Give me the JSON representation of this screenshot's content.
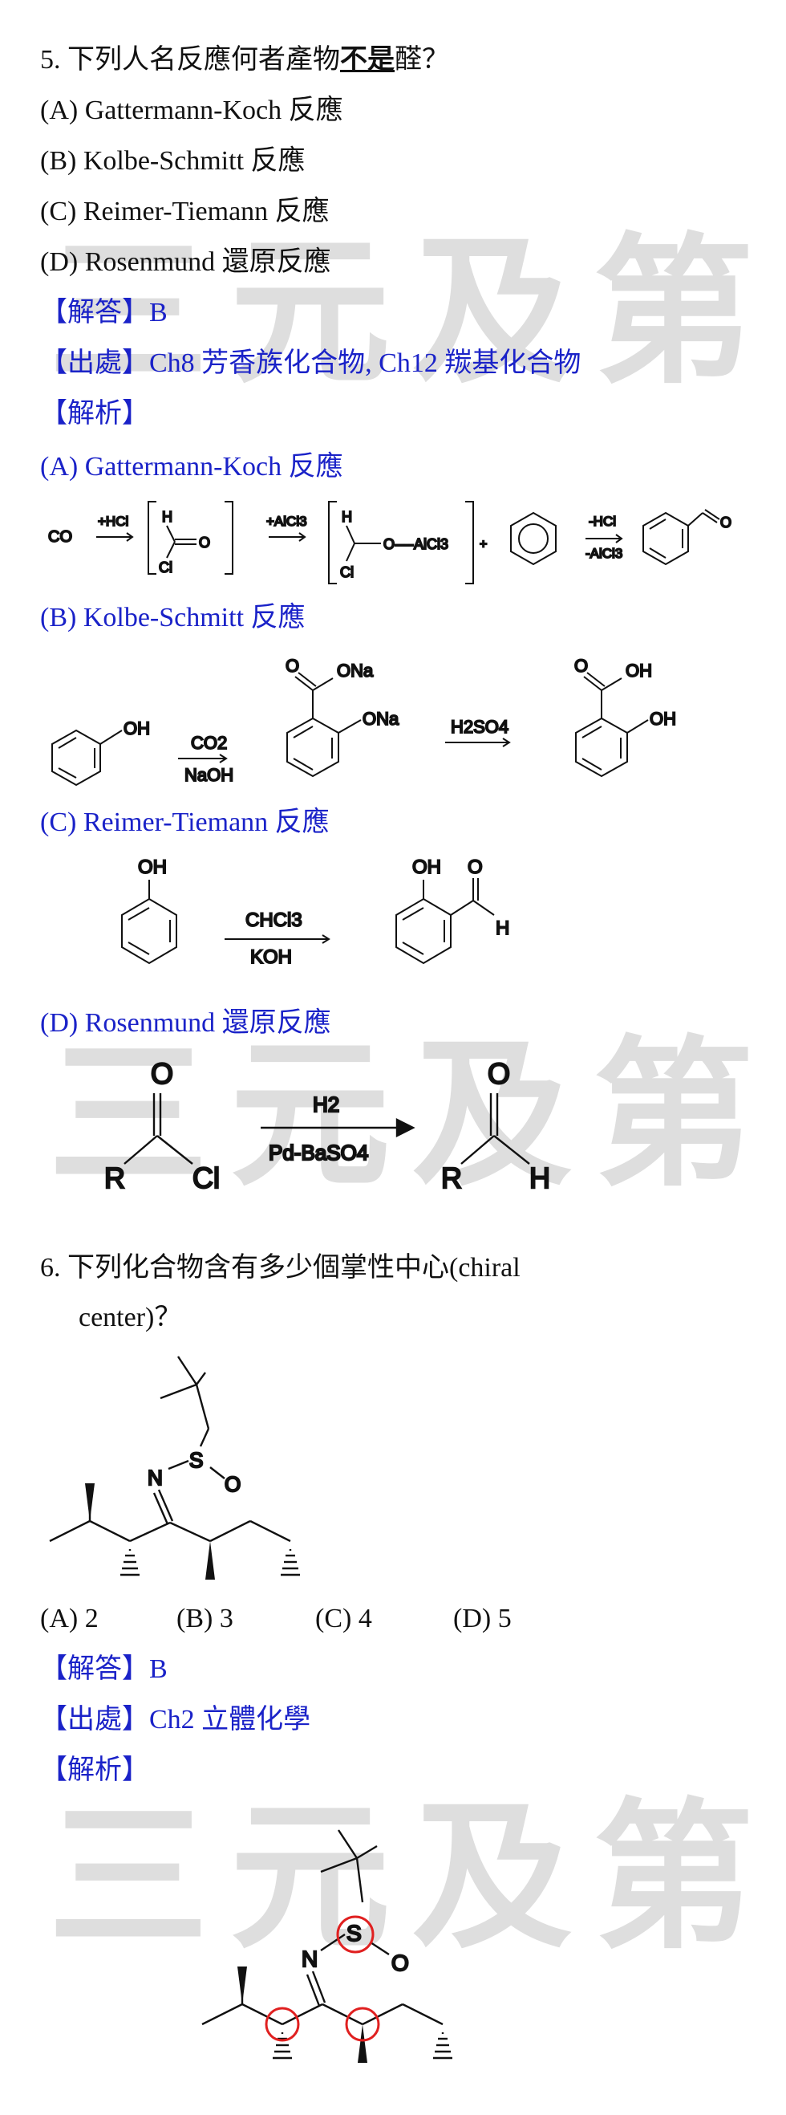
{
  "watermark": [
    "三",
    "元",
    "及",
    "第"
  ],
  "q5": {
    "stem_pre": "5. 下列人名反應何者產物",
    "stem_emph": "不是",
    "stem_post": "醛？",
    "options": [
      "(A) Gattermann-Koch 反應",
      "(B) Kolbe-Schmitt 反應",
      "(C) Reimer-Tiemann 反應",
      "(D) Rosenmund 還原反應"
    ],
    "answer": "【解答】B",
    "source": "【出處】Ch8 芳香族化合物, Ch12 羰基化合物",
    "analysis": "【解析】",
    "headings": [
      "(A) Gattermann-Koch 反應",
      "(B) Kolbe-Schmitt 反應",
      "(C) Reimer-Tiemann 反應",
      "(D) Rosenmund 還原反應"
    ],
    "rxnA": {
      "co": "CO",
      "hcl": "+HCl",
      "h": "H",
      "cl": "Cl",
      "o": "O",
      "alcl3": "+AlCl3",
      "complex": "O----AlCl3",
      "plus": "+",
      "m_hcl": "-HCl",
      "m_alcl3": "-AlCl3"
    },
    "rxnB": {
      "oh": "OH",
      "co2": "CO2",
      "naoh": "NaOH",
      "ona": "ONa",
      "o": "O",
      "h2so4": "H2SO4"
    },
    "rxnC": {
      "oh": "OH",
      "chcl3": "CHCl3",
      "koh": "KOH",
      "o": "O",
      "h": "H"
    },
    "rxnD": {
      "o": "O",
      "r": "R",
      "cl": "Cl",
      "h2": "H2",
      "cat": "Pd-BaSO4",
      "h": "H"
    }
  },
  "q6": {
    "stem1": "6. 下列化合物含有多少個掌性中心(chiral",
    "stem2": "center)？",
    "mol": {
      "s": "S",
      "o": "O",
      "n": "N"
    },
    "options": [
      "(A) 2",
      "(B) 3",
      "(C) 4",
      "(D) 5"
    ],
    "answer": "【解答】B",
    "source": "【出處】Ch2 立體化學",
    "analysis": "【解析】"
  },
  "colors": {
    "blue": "#1a22c8",
    "circle": "#e02020",
    "watermark": "#dedede"
  }
}
